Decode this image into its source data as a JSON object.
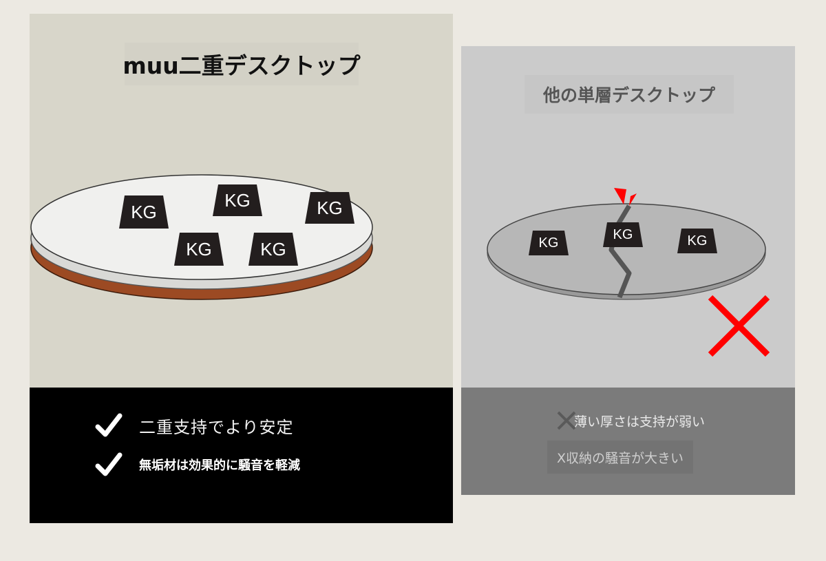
{
  "left_panel": {
    "title": "muu二重デスクトップ",
    "weights": [
      "KG",
      "KG",
      "KG",
      "KG",
      "KG"
    ],
    "features": [
      {
        "icon": "checkmark-icon",
        "text": "二重支持でより安定"
      },
      {
        "icon": "checkmark-icon",
        "text": "無垢材は効果的に騒音を軽減"
      }
    ],
    "colors": {
      "tabletop": "#f0f0ee",
      "base": "#9c4a23",
      "panel": "#d8d6ca"
    }
  },
  "right_panel": {
    "title": "他の単層デスクトップ",
    "weights": [
      "KG",
      "KG",
      "KG"
    ],
    "drawbacks": [
      {
        "icon": "x-icon",
        "text": "薄い厚さは支持が弱い"
      },
      {
        "icon": "",
        "text": "X収納の騒音が大きい"
      }
    ],
    "colors": {
      "tabletop": "#b7b7b7",
      "cross": "#ff0000",
      "crack_marker": "#ff0000"
    }
  }
}
